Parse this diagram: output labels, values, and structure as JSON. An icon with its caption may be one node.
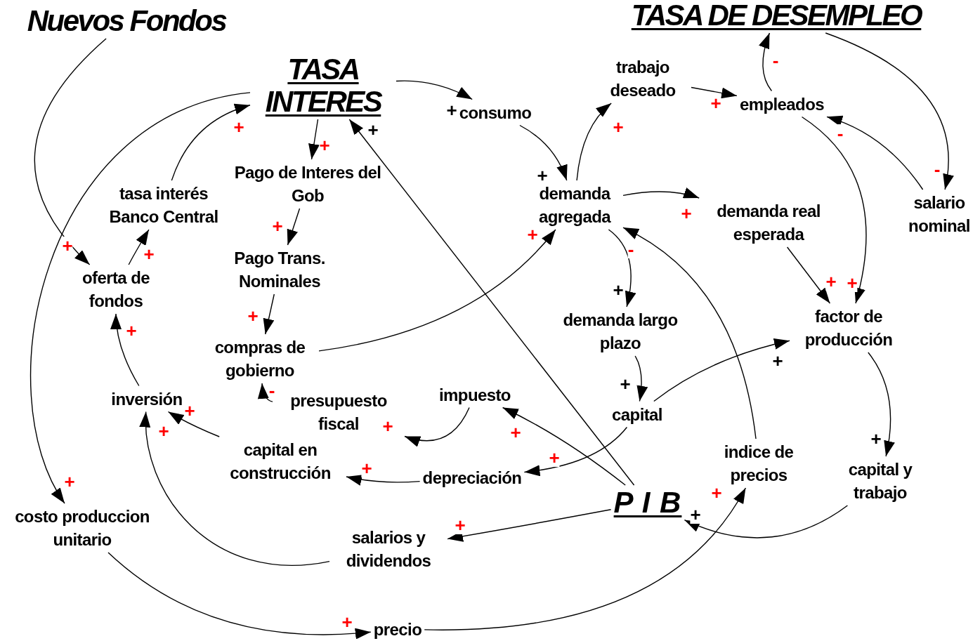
{
  "diagram": {
    "nodes": [
      {
        "text": [
          "Nuevos Fondos"
        ]
      },
      {
        "text": [
          "TASA INTERES"
        ]
      },
      {
        "text": [
          "TASA DE DESEMPLEO"
        ]
      },
      {
        "text": [
          "consumo"
        ]
      },
      {
        "text": [
          "trabajo deseado"
        ]
      },
      {
        "text": [
          "empleados"
        ]
      },
      {
        "text": [
          "tasa interés Banco Central"
        ]
      },
      {
        "text": [
          "Pago de Interes del Gob"
        ]
      },
      {
        "text": [
          "demanda agregada"
        ]
      },
      {
        "text": [
          "demanda real esperada"
        ]
      },
      {
        "text": [
          "salario nominal"
        ]
      },
      {
        "text": [
          "oferta de fondos"
        ]
      },
      {
        "text": [
          "Pago Trans. Nominales"
        ]
      },
      {
        "text": [
          "demanda largo plazo"
        ]
      },
      {
        "text": [
          "factor de producción"
        ]
      },
      {
        "text": [
          "compras de gobierno"
        ]
      },
      {
        "text": [
          "inversión"
        ]
      },
      {
        "text": [
          "presupuesto fiscal"
        ]
      },
      {
        "text": [
          "impuesto"
        ]
      },
      {
        "text": [
          "capital"
        ]
      },
      {
        "text": [
          "capital en construcción"
        ]
      },
      {
        "text": [
          "depreciación"
        ]
      },
      {
        "text": [
          "indice de precios"
        ]
      },
      {
        "text": [
          "capital y trabajo"
        ]
      },
      {
        "text": [
          "P I B"
        ]
      },
      {
        "text": [
          "costo produccion unitario"
        ]
      },
      {
        "text": [
          "salarios y dividendos"
        ]
      },
      {
        "text": [
          "precio"
        ]
      }
    ],
    "edges": [
      {
        "from": 0,
        "to": 11,
        "arrow": "to",
        "label": "+"
      },
      {
        "from": 1,
        "to": 25,
        "arrow": "to",
        "label": "+"
      },
      {
        "from": 11,
        "to": 6,
        "arrow": "to",
        "label": "+"
      },
      {
        "from": 6,
        "to": 1,
        "arrow": "to",
        "label": "+"
      },
      {
        "from": 1,
        "to": 7,
        "arrow": "to",
        "label": "+"
      },
      {
        "from": 7,
        "to": 12,
        "arrow": "to",
        "label": "+"
      },
      {
        "from": 12,
        "to": 15,
        "arrow": "to",
        "label": "+"
      },
      {
        "from": 15,
        "to": 8,
        "arrow": "to",
        "label": "+"
      },
      {
        "from": 1,
        "to": 3,
        "arrow": "to"
      },
      {
        "from": 3,
        "to": 8,
        "arrow": "to"
      },
      {
        "from": 8,
        "to": 4,
        "arrow": "to",
        "label": "+"
      },
      {
        "from": 4,
        "to": 5,
        "arrow": "to",
        "label": "+"
      },
      {
        "from": 5,
        "to": 2,
        "arrow": "to",
        "label": "-"
      },
      {
        "from": 2,
        "to": 10,
        "arrow": "to",
        "label": "-"
      },
      {
        "from": 10,
        "to": 5,
        "arrow": "to",
        "label": "-"
      },
      {
        "from": 5,
        "to": 14,
        "arrow": "to",
        "label": "+"
      },
      {
        "from": 8,
        "to": 9,
        "arrow": "to",
        "label": "+"
      },
      {
        "from": 9,
        "to": 14,
        "arrow": "to",
        "label": "+"
      },
      {
        "from": 8,
        "to": 13,
        "arrow": "to",
        "label": "-"
      },
      {
        "from": 13,
        "to": 19,
        "arrow": "to"
      },
      {
        "from": 19,
        "to": 14,
        "arrow": "to"
      },
      {
        "from": 14,
        "to": 23,
        "arrow": "to"
      },
      {
        "from": 23,
        "to": 24,
        "arrow": "to"
      },
      {
        "from": 24,
        "to": 1,
        "arrow": "to"
      },
      {
        "from": 24,
        "to": 18,
        "arrow": "to",
        "label": "+"
      },
      {
        "from": 18,
        "to": 17,
        "arrow": "to",
        "label": "+"
      },
      {
        "from": 17,
        "to": 15,
        "arrow": "to",
        "label": "-"
      },
      {
        "from": 19,
        "to": 21,
        "arrow": "to",
        "label": "+"
      },
      {
        "from": 21,
        "to": 20,
        "arrow": "to",
        "label": "+"
      },
      {
        "from": 20,
        "to": 16,
        "arrow": "to",
        "label": "+"
      },
      {
        "from": 26,
        "to": 16,
        "arrow": "to",
        "label": "+"
      },
      {
        "from": 16,
        "to": 11,
        "arrow": "to",
        "label": "+"
      },
      {
        "from": 24,
        "to": 26,
        "arrow": "to",
        "label": "+"
      },
      {
        "from": 22,
        "to": 8,
        "arrow": "to"
      },
      {
        "from": 25,
        "to": 27,
        "arrow": "to",
        "label": "+"
      },
      {
        "from": 27,
        "to": 22,
        "arrow": "to",
        "label": "+"
      }
    ],
    "labels": [
      "+",
      "+",
      "+",
      "+",
      "+",
      "+",
      "+",
      "+"
    ]
  }
}
